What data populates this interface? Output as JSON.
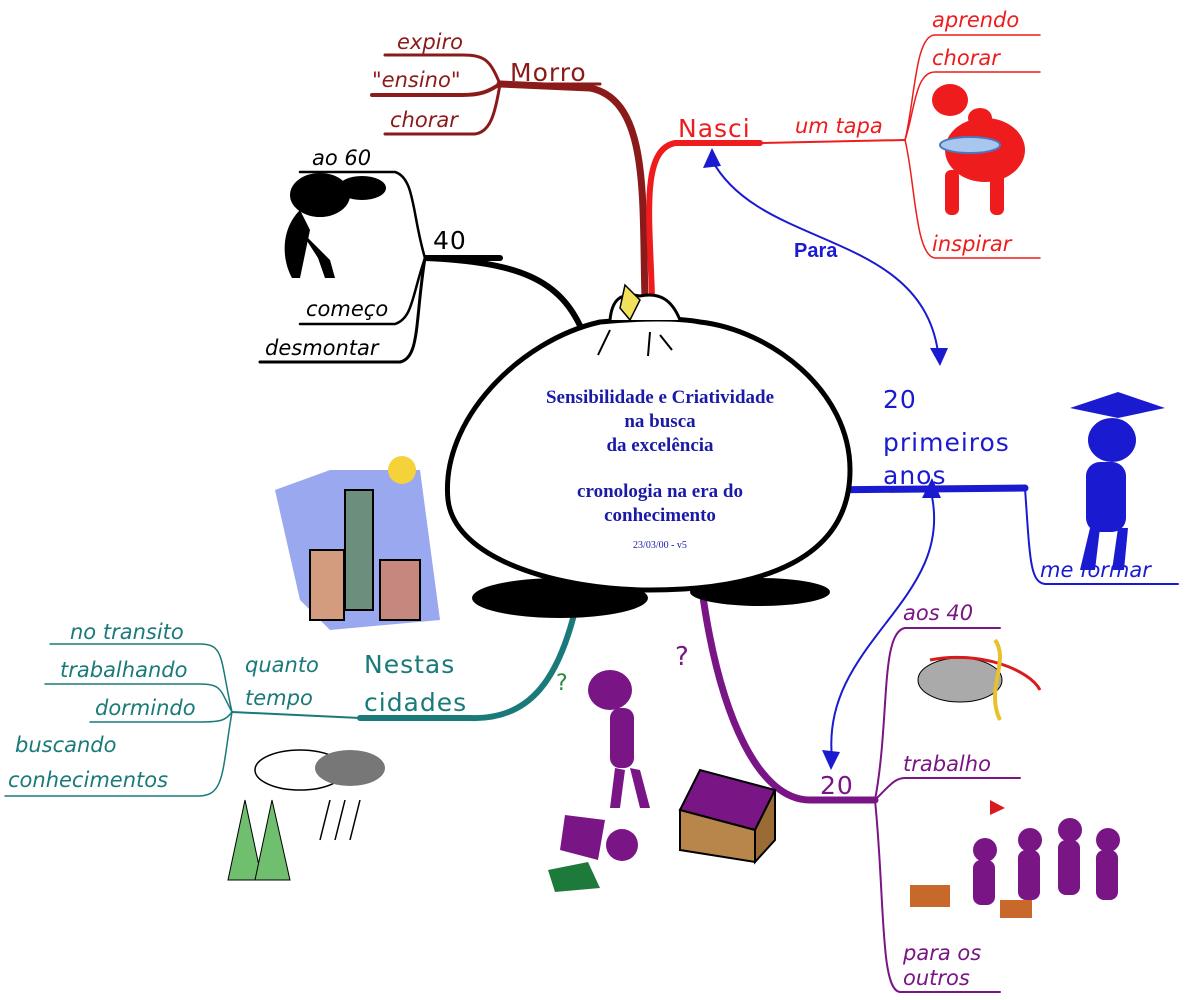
{
  "center": {
    "line1": "Sensibilidade e Criatividade",
    "line2": "na busca",
    "line3": "da excelência",
    "line4": "cronologia na era do",
    "line5": "conhecimento",
    "version": "23/03/00 - v5"
  },
  "arrow_label": "Para",
  "branches": {
    "morro": {
      "color": "#8b1a1a",
      "title": "Morro",
      "items": [
        "expiro",
        "\"ensino\"",
        "chorar"
      ]
    },
    "nasci": {
      "color": "#ee1c1c",
      "title": "Nasci",
      "sub": "um tapa",
      "items": [
        "aprendo",
        "chorar",
        "inspirar"
      ]
    },
    "quarenta": {
      "color": "#000000",
      "title": "40",
      "items": [
        "ao 60",
        "começo",
        "desmontar"
      ]
    },
    "primeiros": {
      "color": "#1a1ad0",
      "title_line1": "20",
      "title_line2": "primeiros",
      "title_line3": "anos",
      "items": [
        "me formar"
      ]
    },
    "vinte": {
      "color": "#7a1585",
      "title": "20",
      "items": [
        "aos 40",
        "trabalho",
        "para os",
        "outros"
      ]
    },
    "cidades": {
      "color": "#1a7a7a",
      "title_line1": "Nestas",
      "title_line2": "cidades",
      "sub_line1": "quanto",
      "sub_line2": "tempo",
      "items": [
        "no transito",
        "trabalhando",
        "dormindo",
        "buscando",
        "conhecimentos"
      ]
    }
  }
}
